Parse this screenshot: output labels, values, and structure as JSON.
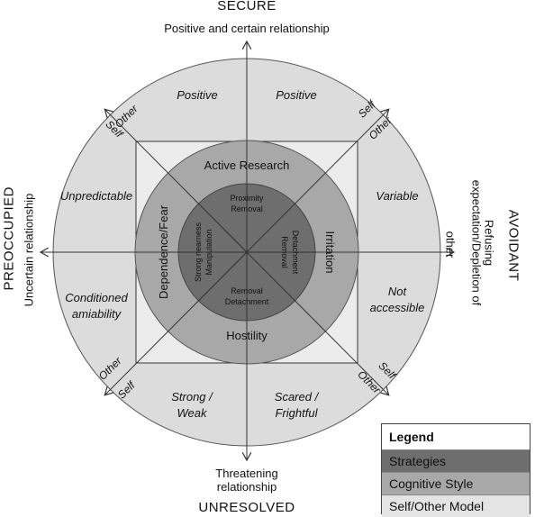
{
  "axes": {
    "top": "SECURE",
    "top_sub": "Positive and certain relationship",
    "bottom": "UNRESOLVED",
    "bottom_sub_1": "Threatening",
    "bottom_sub_2": "relationship",
    "left": "PREOCCUPIED",
    "left_sub": "Uncertain relationship",
    "right": "AVOIDANT",
    "right_sub_1": "Refusing",
    "right_sub_2": "expectation/Depletion of",
    "right_sub_3": "other"
  },
  "outer_ring": {
    "top_left": "Positive",
    "top_right": "Positive",
    "left_upper": "Unpredictable",
    "right_upper": "Variable",
    "left_lower_1": "Conditioned",
    "left_lower_2": "amiability",
    "right_lower_1": "Not",
    "right_lower_2": "accessible",
    "bottom_left_1": "Strong /",
    "bottom_left_2": "Weak",
    "bottom_right_1": "Scared /",
    "bottom_right_2": "Frightful"
  },
  "diagonal_labels": {
    "tl_other": "Other",
    "tl_self": "Self",
    "tr_self": "Self",
    "tr_other": "Other",
    "bl_other": "Other",
    "bl_self": "Self",
    "br_self": "Self",
    "br_other": "Other"
  },
  "cognitive_style": {
    "top": "Active Research",
    "bottom": "Hostility",
    "left": "Dependence/Fear",
    "right": "Irritation"
  },
  "strategies": {
    "top_1": "Proximity",
    "top_2": "Removal",
    "bottom_1": "Removal",
    "bottom_2": "Detachment",
    "left_1": "Strong nearness",
    "left_2": "Manipulation",
    "right_1": "Removal",
    "right_2": "Detachment"
  },
  "legend": {
    "title": "Legend",
    "items": [
      {
        "label": "Strategies",
        "color": "#6e6e6e"
      },
      {
        "label": "Cognitive Style",
        "color": "#a8a8a8"
      },
      {
        "label": "Self/Other Model",
        "color": "#dcdcdc"
      }
    ]
  },
  "colors": {
    "outer_ring": "#dcdcdc",
    "cognitive": "#a8a8a8",
    "strategies": "#6e6e6e",
    "stroke": "#333333"
  }
}
